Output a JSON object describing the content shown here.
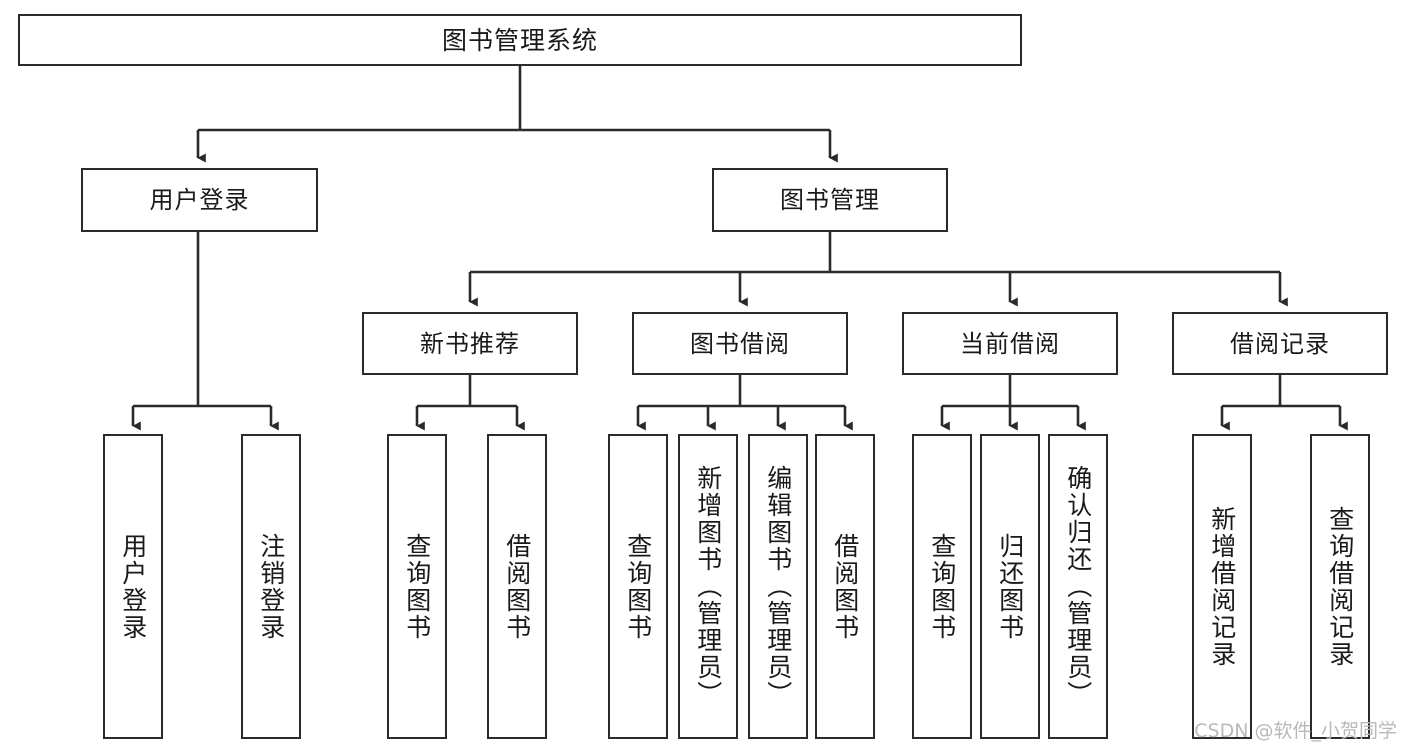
{
  "diagram": {
    "title": "图书管理系统",
    "type": "tree",
    "watermark": "CSDN @软件_小贺同学",
    "colors": {
      "box_border": "#2b2b2b",
      "box_fill": "#ffffff",
      "connector": "#2b2b2b",
      "text": "#1a1a1a",
      "watermark": "#b9b9b9"
    },
    "nodes": {
      "root": {
        "label": "图书管理系统"
      },
      "level1": [
        {
          "id": "user-login",
          "label": "用户登录"
        },
        {
          "id": "book-manage",
          "label": "图书管理"
        }
      ],
      "level2": [
        {
          "id": "new-book-recommend",
          "label": "新书推荐"
        },
        {
          "id": "book-borrow",
          "label": "图书借阅"
        },
        {
          "id": "current-borrow",
          "label": "当前借阅"
        },
        {
          "id": "borrow-record",
          "label": "借阅记录"
        }
      ],
      "leaves": {
        "user_login": [
          {
            "id": "leaf-user-login",
            "label": "用户登录"
          },
          {
            "id": "leaf-logout-login",
            "label": "注销登录"
          }
        ],
        "new_book_recommend": [
          {
            "id": "leaf-query-book-1",
            "label": "查询图书"
          },
          {
            "id": "leaf-borrow-book-1",
            "label": "借阅图书"
          }
        ],
        "book_borrow": [
          {
            "id": "leaf-query-book-2",
            "label": "查询图书"
          },
          {
            "id": "leaf-add-book",
            "label": "新增图书（管理员）"
          },
          {
            "id": "leaf-edit-book",
            "label": "编辑图书（管理员）"
          },
          {
            "id": "leaf-borrow-book-2",
            "label": "借阅图书"
          }
        ],
        "current_borrow": [
          {
            "id": "leaf-query-book-3",
            "label": "查询图书"
          },
          {
            "id": "leaf-return-book",
            "label": "归还图书"
          },
          {
            "id": "leaf-confirm-return",
            "label": "确认归还（管理员）"
          }
        ],
        "borrow_record": [
          {
            "id": "leaf-add-record",
            "label": "新增借阅记录"
          },
          {
            "id": "leaf-query-record",
            "label": "查询借阅记录"
          }
        ]
      }
    }
  }
}
